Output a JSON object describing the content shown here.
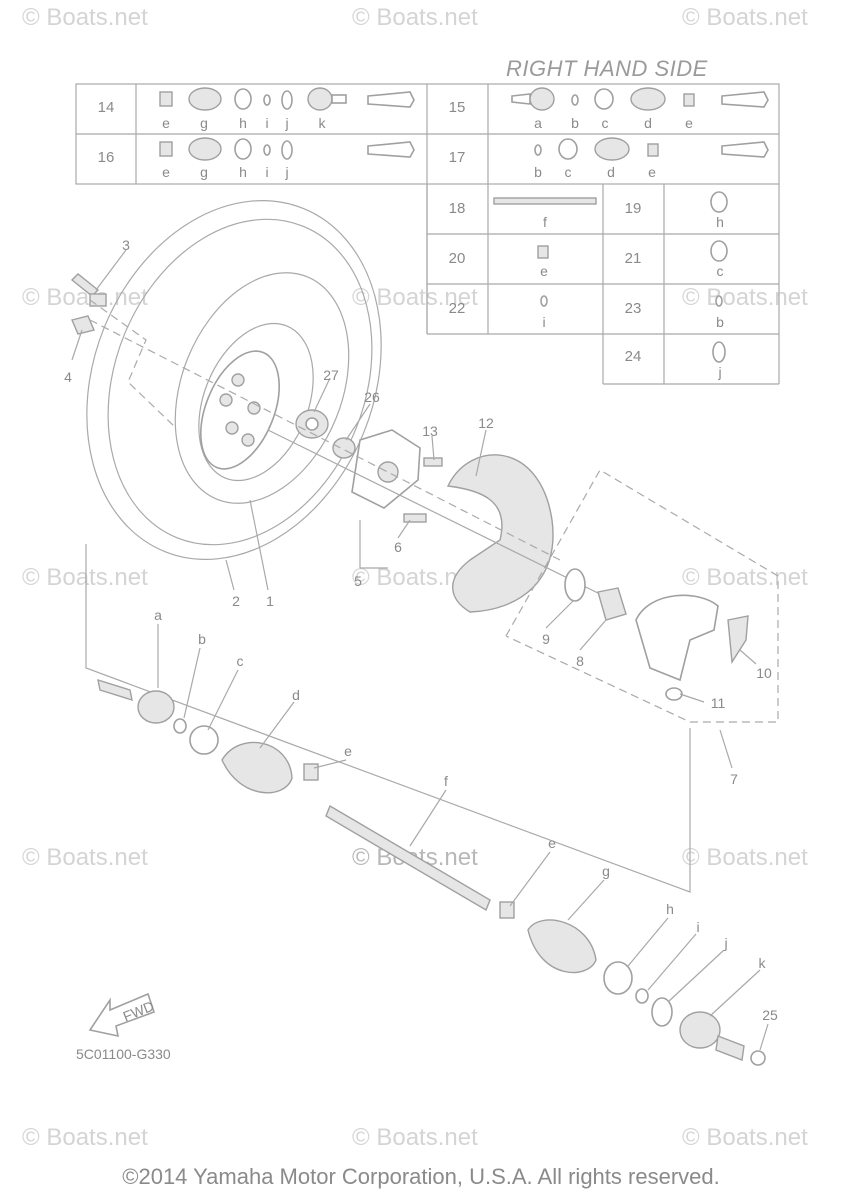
{
  "watermark": "© Boats.net",
  "side_title": "RIGHT HAND SIDE",
  "diagram_code": "5C01100-G330",
  "copyright": "©2014 Yamaha Motor Corporation, U.S.A. All rights reserved.",
  "kits": [
    {
      "ref": "14",
      "letters": [
        "e",
        "g",
        "h",
        "i",
        "j",
        "k"
      ]
    },
    {
      "ref": "15",
      "letters": [
        "a",
        "b",
        "c",
        "d",
        "e"
      ]
    },
    {
      "ref": "16",
      "letters": [
        "e",
        "g",
        "h",
        "i",
        "j"
      ]
    },
    {
      "ref": "17",
      "letters": [
        "b",
        "c",
        "d",
        "e"
      ]
    },
    {
      "ref": "18",
      "letters": [
        "f"
      ]
    },
    {
      "ref": "19",
      "letters": [
        "h"
      ]
    },
    {
      "ref": "20",
      "letters": [
        "e"
      ]
    },
    {
      "ref": "21",
      "letters": [
        "c"
      ]
    },
    {
      "ref": "22",
      "letters": [
        "i"
      ]
    },
    {
      "ref": "23",
      "letters": [
        "b"
      ]
    },
    {
      "ref": "24",
      "letters": [
        "j"
      ]
    }
  ],
  "callouts": {
    "n1": "1",
    "n2": "2",
    "n3": "3",
    "n4": "4",
    "n5": "5",
    "n6": "6",
    "n7": "7",
    "n8": "8",
    "n9": "9",
    "n10": "10",
    "n11": "11",
    "n12": "12",
    "n13": "13",
    "n25": "25",
    "n26": "26",
    "n27": "27",
    "la": "a",
    "lb": "b",
    "lc": "c",
    "ld": "d",
    "le1": "e",
    "lf": "f",
    "le2": "e",
    "lg": "g",
    "lh": "h",
    "li": "i",
    "lj": "j",
    "lk": "k"
  },
  "fwd_label": "FWD"
}
